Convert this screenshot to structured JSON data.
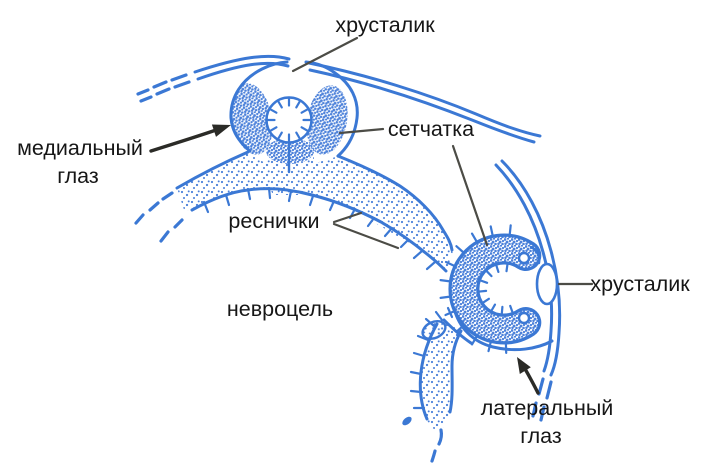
{
  "diagram": {
    "description": "embryonic neural tube with medial eye and lateral eye",
    "labels": {
      "lens_top": "хрусталик",
      "medial_eye_l1": "медиальный",
      "medial_eye_l2": "глаз",
      "retina": "сетчатка",
      "cilia": "реснички",
      "neurocoel": "невроцель",
      "lens_lateral": "хрусталик",
      "lateral_eye_l1": "латеральный",
      "lateral_eye_l2": "глаз"
    },
    "colors": {
      "background": "#ffffff",
      "structure_blue": "#3b78d4",
      "stipple_blue": "#4d82da",
      "label_text": "#161616",
      "pointer_line": "#4c4c46",
      "arrow_black": "#2b2b27"
    }
  }
}
